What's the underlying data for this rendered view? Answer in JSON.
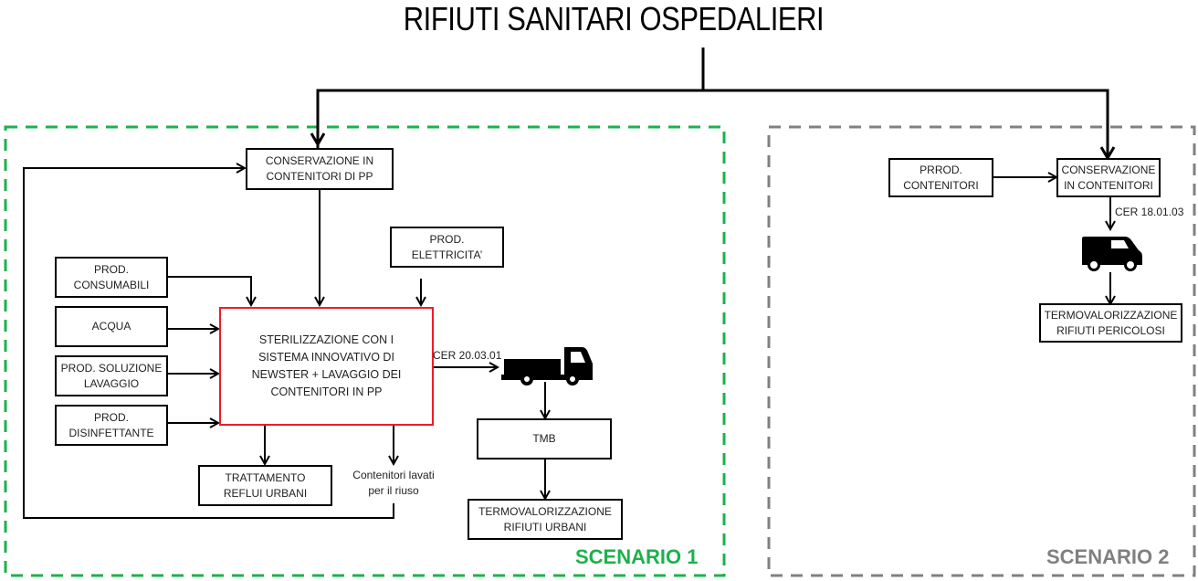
{
  "title": "RIFIUTI SANITARI OSPEDALIERI",
  "colors": {
    "scenario1": "#1bb24b",
    "scenario2": "#808080",
    "highlight": "#ee1c25",
    "line": "#000000"
  },
  "scenario1": {
    "label": "SCENARIO 1",
    "nodes": {
      "conservazione": "CONSERVAZIONE IN\nCONTENITORI DI PP",
      "prod_consumabili": "PROD.\nCONSUMABILI",
      "acqua": "ACQUA",
      "prod_soluzione": "PROD. SOLUZIONE\nLAVAGGIO",
      "prod_disinfettante": "PROD.\nDISINFETTANTE",
      "prod_elettricita": "PROD.\nELETTRICITA’",
      "sterilizzazione": "STERILIZZAZIONE CON I\nSISTEMA INNOVATIVO DI\nNEWSTER + LAVAGGIO DEI\nCONTENITORI IN PP",
      "trattamento": "TRATTAMENTO\nREFLUI URBANI",
      "tmb": "TMB",
      "termo_urbani": "TERMOVALORIZZAZIONE\nRIFIUTI URBANI"
    },
    "labels": {
      "cer": "CER 20.03.01",
      "contenitori_lavati": "Contenitori lavati\nper il riuso"
    },
    "vehicle_icon": "dump-truck-icon"
  },
  "scenario2": {
    "label": "SCENARIO 2",
    "nodes": {
      "prrod_contenitori": "PRROD.\nCONTENITORI",
      "conservazione": "CONSERVAZIONE\nIN CONTENITORI",
      "termo_pericolosi": "TERMOVALORIZZAZIONE\nRIFIUTI PERICOLOSI"
    },
    "labels": {
      "cer": "CER 18.01.03"
    },
    "vehicle_icon": "van-icon"
  }
}
